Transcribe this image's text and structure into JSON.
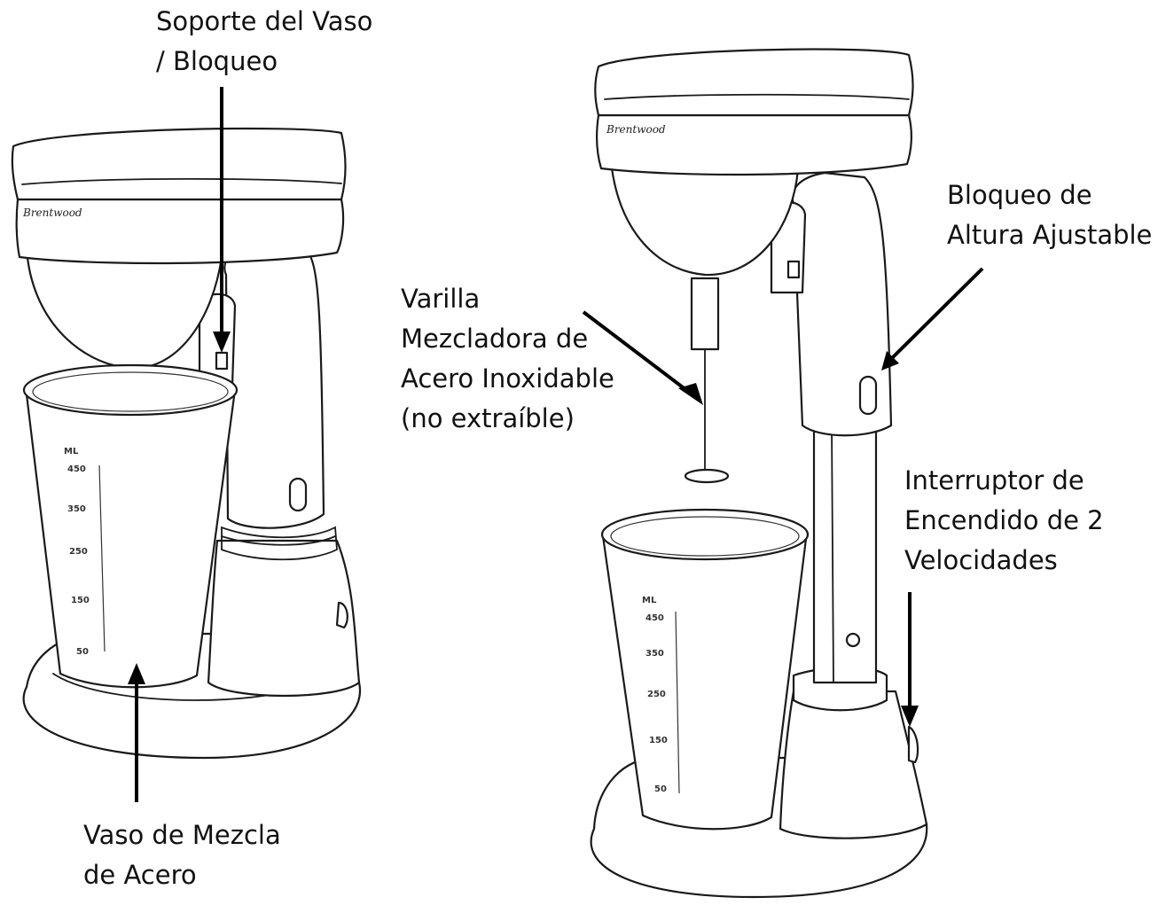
{
  "labels": {
    "cup_holder": [
      "Soporte del Vaso",
      "/ Bloqueo"
    ],
    "mixing_cup": [
      "Vaso de Mezcla",
      "de Acero"
    ],
    "spindle": [
      "Varilla",
      "Mezcladora de",
      "Acero Inoxidable",
      "(no extraíble)"
    ],
    "height_lock": [
      "Bloqueo de",
      "Altura Ajustable"
    ],
    "power_switch": [
      "Interruptor de",
      "Encendido de 2",
      "Velocidades"
    ]
  },
  "cup_markings": {
    "unit": "ML",
    "ticks": [
      "450",
      "350",
      "250",
      "150",
      "50"
    ]
  },
  "brand": "Brentwood",
  "colors": {
    "line": "#1a1a1a",
    "arrow": "#000000",
    "text": "#111111",
    "background": "#ffffff"
  }
}
